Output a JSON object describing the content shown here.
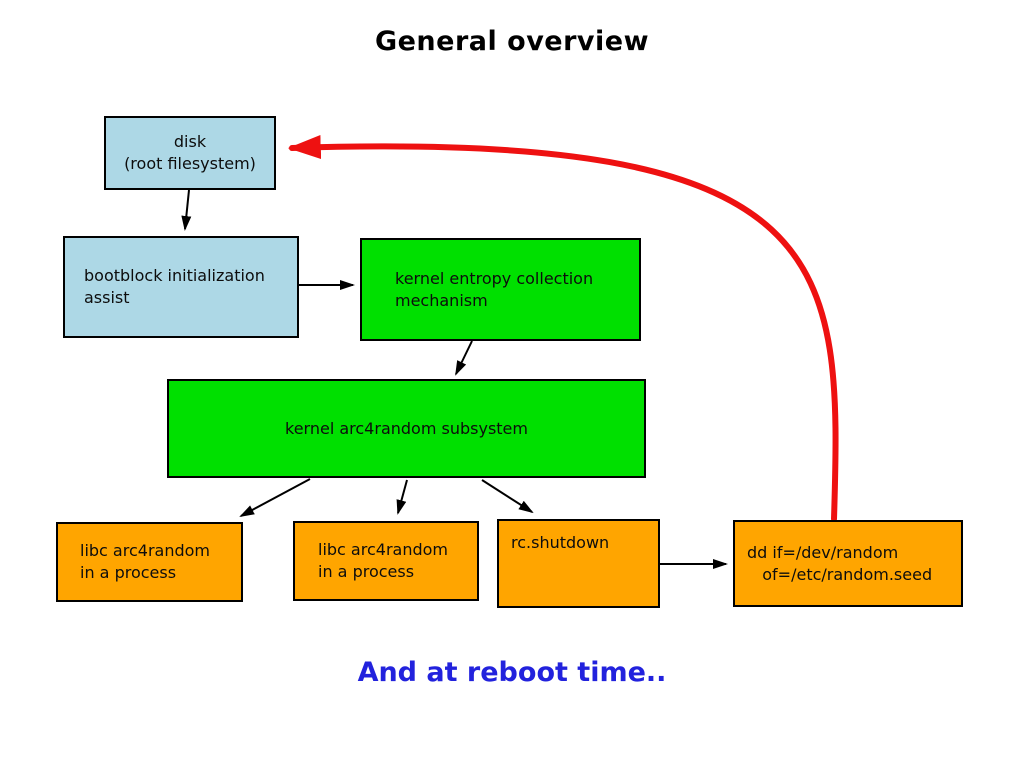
{
  "title": "General overview",
  "caption": "And at reboot time..",
  "colors": {
    "box_blue": "#add8e6",
    "box_green": "#00e000",
    "box_orange": "#ffa500",
    "black_arrow": "#000000",
    "red_arrow": "#ee1111",
    "caption_text": "#2222dd"
  },
  "nodes": {
    "disk": {
      "label": "disk\n(root filesystem)"
    },
    "bootblock": {
      "label": "bootblock initialization\nassist"
    },
    "entropy": {
      "label": "kernel entropy collection\nmechanism"
    },
    "arc4random": {
      "label": "kernel arc4random subsystem"
    },
    "libc1": {
      "label": "libc arc4random\nin a process"
    },
    "libc2": {
      "label": "libc arc4random\nin a process"
    },
    "rc_shutdown": {
      "label": "rc.shutdown"
    },
    "dd": {
      "label": "dd if=/dev/random\n   of=/etc/random.seed"
    }
  },
  "edges": [
    {
      "from": "disk",
      "to": "bootblock",
      "style": "black"
    },
    {
      "from": "bootblock",
      "to": "entropy",
      "style": "black"
    },
    {
      "from": "entropy",
      "to": "arc4random",
      "style": "black"
    },
    {
      "from": "arc4random",
      "to": "libc1",
      "style": "black"
    },
    {
      "from": "arc4random",
      "to": "libc2",
      "style": "black"
    },
    {
      "from": "arc4random",
      "to": "rc_shutdown",
      "style": "black"
    },
    {
      "from": "rc_shutdown",
      "to": "dd",
      "style": "black"
    },
    {
      "from": "dd",
      "to": "disk",
      "style": "red-curve"
    }
  ]
}
